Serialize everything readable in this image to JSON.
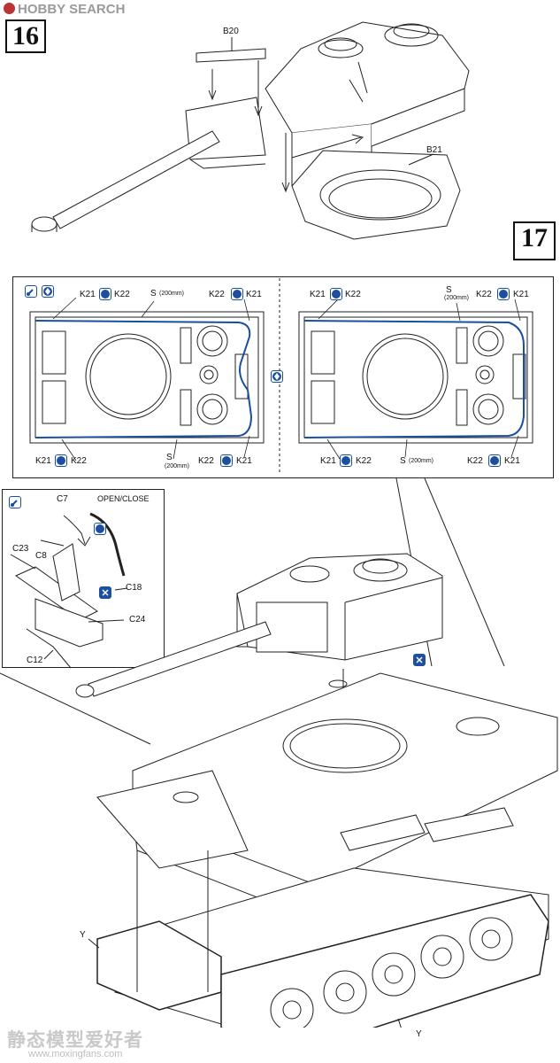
{
  "watermark": {
    "top_brand": "HOBBY SEARCH",
    "bottom_brand": "静态模型爱好者",
    "bottom_url": "www.moxingfans.com"
  },
  "steps": {
    "step16": "16",
    "step17": "17"
  },
  "labels": {
    "b20": "B20",
    "b21": "B21",
    "c7": "C7",
    "open_close": "OPEN/CLOSE",
    "c23": "C23",
    "c8": "C8",
    "c18": "C18",
    "c24": "C24",
    "c12": "C12",
    "y_left": "Y",
    "y_right": "Y",
    "k21": "K21",
    "k22": "K22",
    "s": "S",
    "s_length": "(200mm)"
  },
  "icons": {
    "glue": "glue-icon",
    "symmetric": "symmetric-parts-icon",
    "rotate": "rotate-icon",
    "assembly_direction": "assembly-direction-icon"
  },
  "colors": {
    "line_art": "#222222",
    "cable": "#1c4fa0",
    "icon_blue": "#1c4fa0",
    "watermark": "#9a9a9a"
  }
}
